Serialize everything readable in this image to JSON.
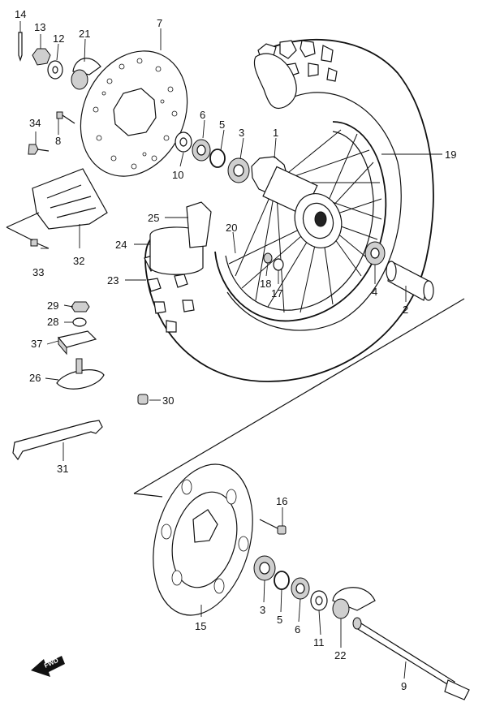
{
  "diagram": {
    "fwd_label": "FWD",
    "part_labels": [
      {
        "id": "1",
        "text": "1"
      },
      {
        "id": "2",
        "text": "2"
      },
      {
        "id": "3a",
        "text": "3"
      },
      {
        "id": "3b",
        "text": "3"
      },
      {
        "id": "4",
        "text": "4"
      },
      {
        "id": "5a",
        "text": "5"
      },
      {
        "id": "5b",
        "text": "5"
      },
      {
        "id": "6a",
        "text": "6"
      },
      {
        "id": "6b",
        "text": "6"
      },
      {
        "id": "7",
        "text": "7"
      },
      {
        "id": "8",
        "text": "8"
      },
      {
        "id": "9",
        "text": "9"
      },
      {
        "id": "10",
        "text": "10"
      },
      {
        "id": "11",
        "text": "11"
      },
      {
        "id": "12",
        "text": "12"
      },
      {
        "id": "13",
        "text": "13"
      },
      {
        "id": "14",
        "text": "14"
      },
      {
        "id": "15",
        "text": "15"
      },
      {
        "id": "16",
        "text": "16"
      },
      {
        "id": "17",
        "text": "17"
      },
      {
        "id": "18",
        "text": "18"
      },
      {
        "id": "19",
        "text": "19"
      },
      {
        "id": "20",
        "text": "20"
      },
      {
        "id": "21",
        "text": "21"
      },
      {
        "id": "22",
        "text": "22"
      },
      {
        "id": "23",
        "text": "23"
      },
      {
        "id": "24",
        "text": "24"
      },
      {
        "id": "25",
        "text": "25"
      },
      {
        "id": "26",
        "text": "26"
      },
      {
        "id": "28",
        "text": "28"
      },
      {
        "id": "29",
        "text": "29"
      },
      {
        "id": "30",
        "text": "30"
      },
      {
        "id": "31",
        "text": "31"
      },
      {
        "id": "32",
        "text": "32"
      },
      {
        "id": "33",
        "text": "33"
      },
      {
        "id": "34",
        "text": "34"
      },
      {
        "id": "37",
        "text": "37"
      }
    ]
  }
}
